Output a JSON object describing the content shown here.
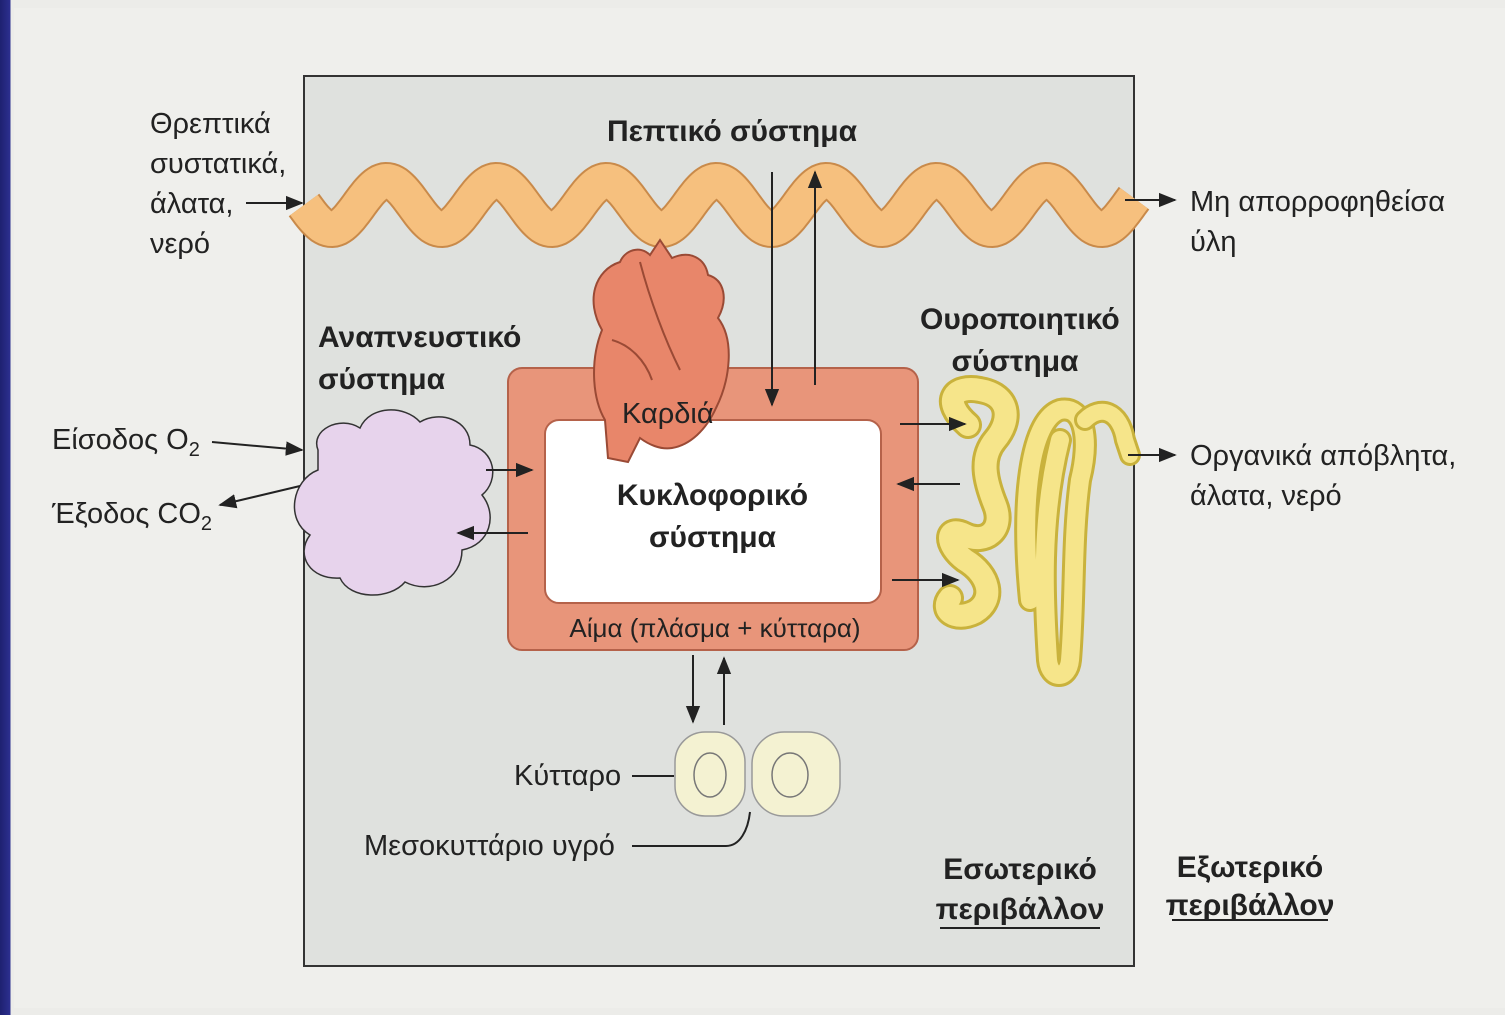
{
  "labels": {
    "inputs_line1": "Θρεπτικά",
    "inputs_line2": "συστατικά,",
    "inputs_line3": "άλατα,",
    "inputs_line4": "νερό",
    "digestive_line1": "Πεπτικό σύστημα",
    "unabsorbed_line1": "Μη απορροφηθείσα",
    "unabsorbed_line2": "ύλη",
    "respiratory_line1": "Αναπνευστικό",
    "respiratory_line2": "σύστημα",
    "urinary_line1": "Ουροποιητικό",
    "urinary_line2": "σύστημα",
    "o2_in_text": "Είσοδος O",
    "o2_sub": "2",
    "co2_out_text": "Έξοδος CO",
    "co2_sub": "2",
    "heart": "Καρδιά",
    "circulatory_line1": "Κυκλοφορικό",
    "circulatory_line2": "σύστημα",
    "blood": "Αίμα (πλάσμα + κύτταρα)",
    "waste_line1": "Οργανικά απόβλητα,",
    "waste_line2": "άλατα, νερό",
    "cell": "Κύτταρο",
    "interstitial_fluid": "Μεσοκυττάριο υγρό",
    "internal_env_line1": "Εσωτερικό",
    "internal_env_line2": "περιβάλλον",
    "external_env_line1": "Εξωτερικό",
    "external_env_line2": "περιβάλλον"
  },
  "colors": {
    "page_background": "#efefec",
    "body_box": "#dfe1de",
    "digestive_tract": "#f6c07e",
    "circulatory_band": "#e8957a",
    "heart": "#e8866a",
    "lung": "#e7d3ec",
    "kidney": "#f6e58a",
    "cell": "#f4f2d2",
    "slide_border": "#2a2f8a"
  }
}
